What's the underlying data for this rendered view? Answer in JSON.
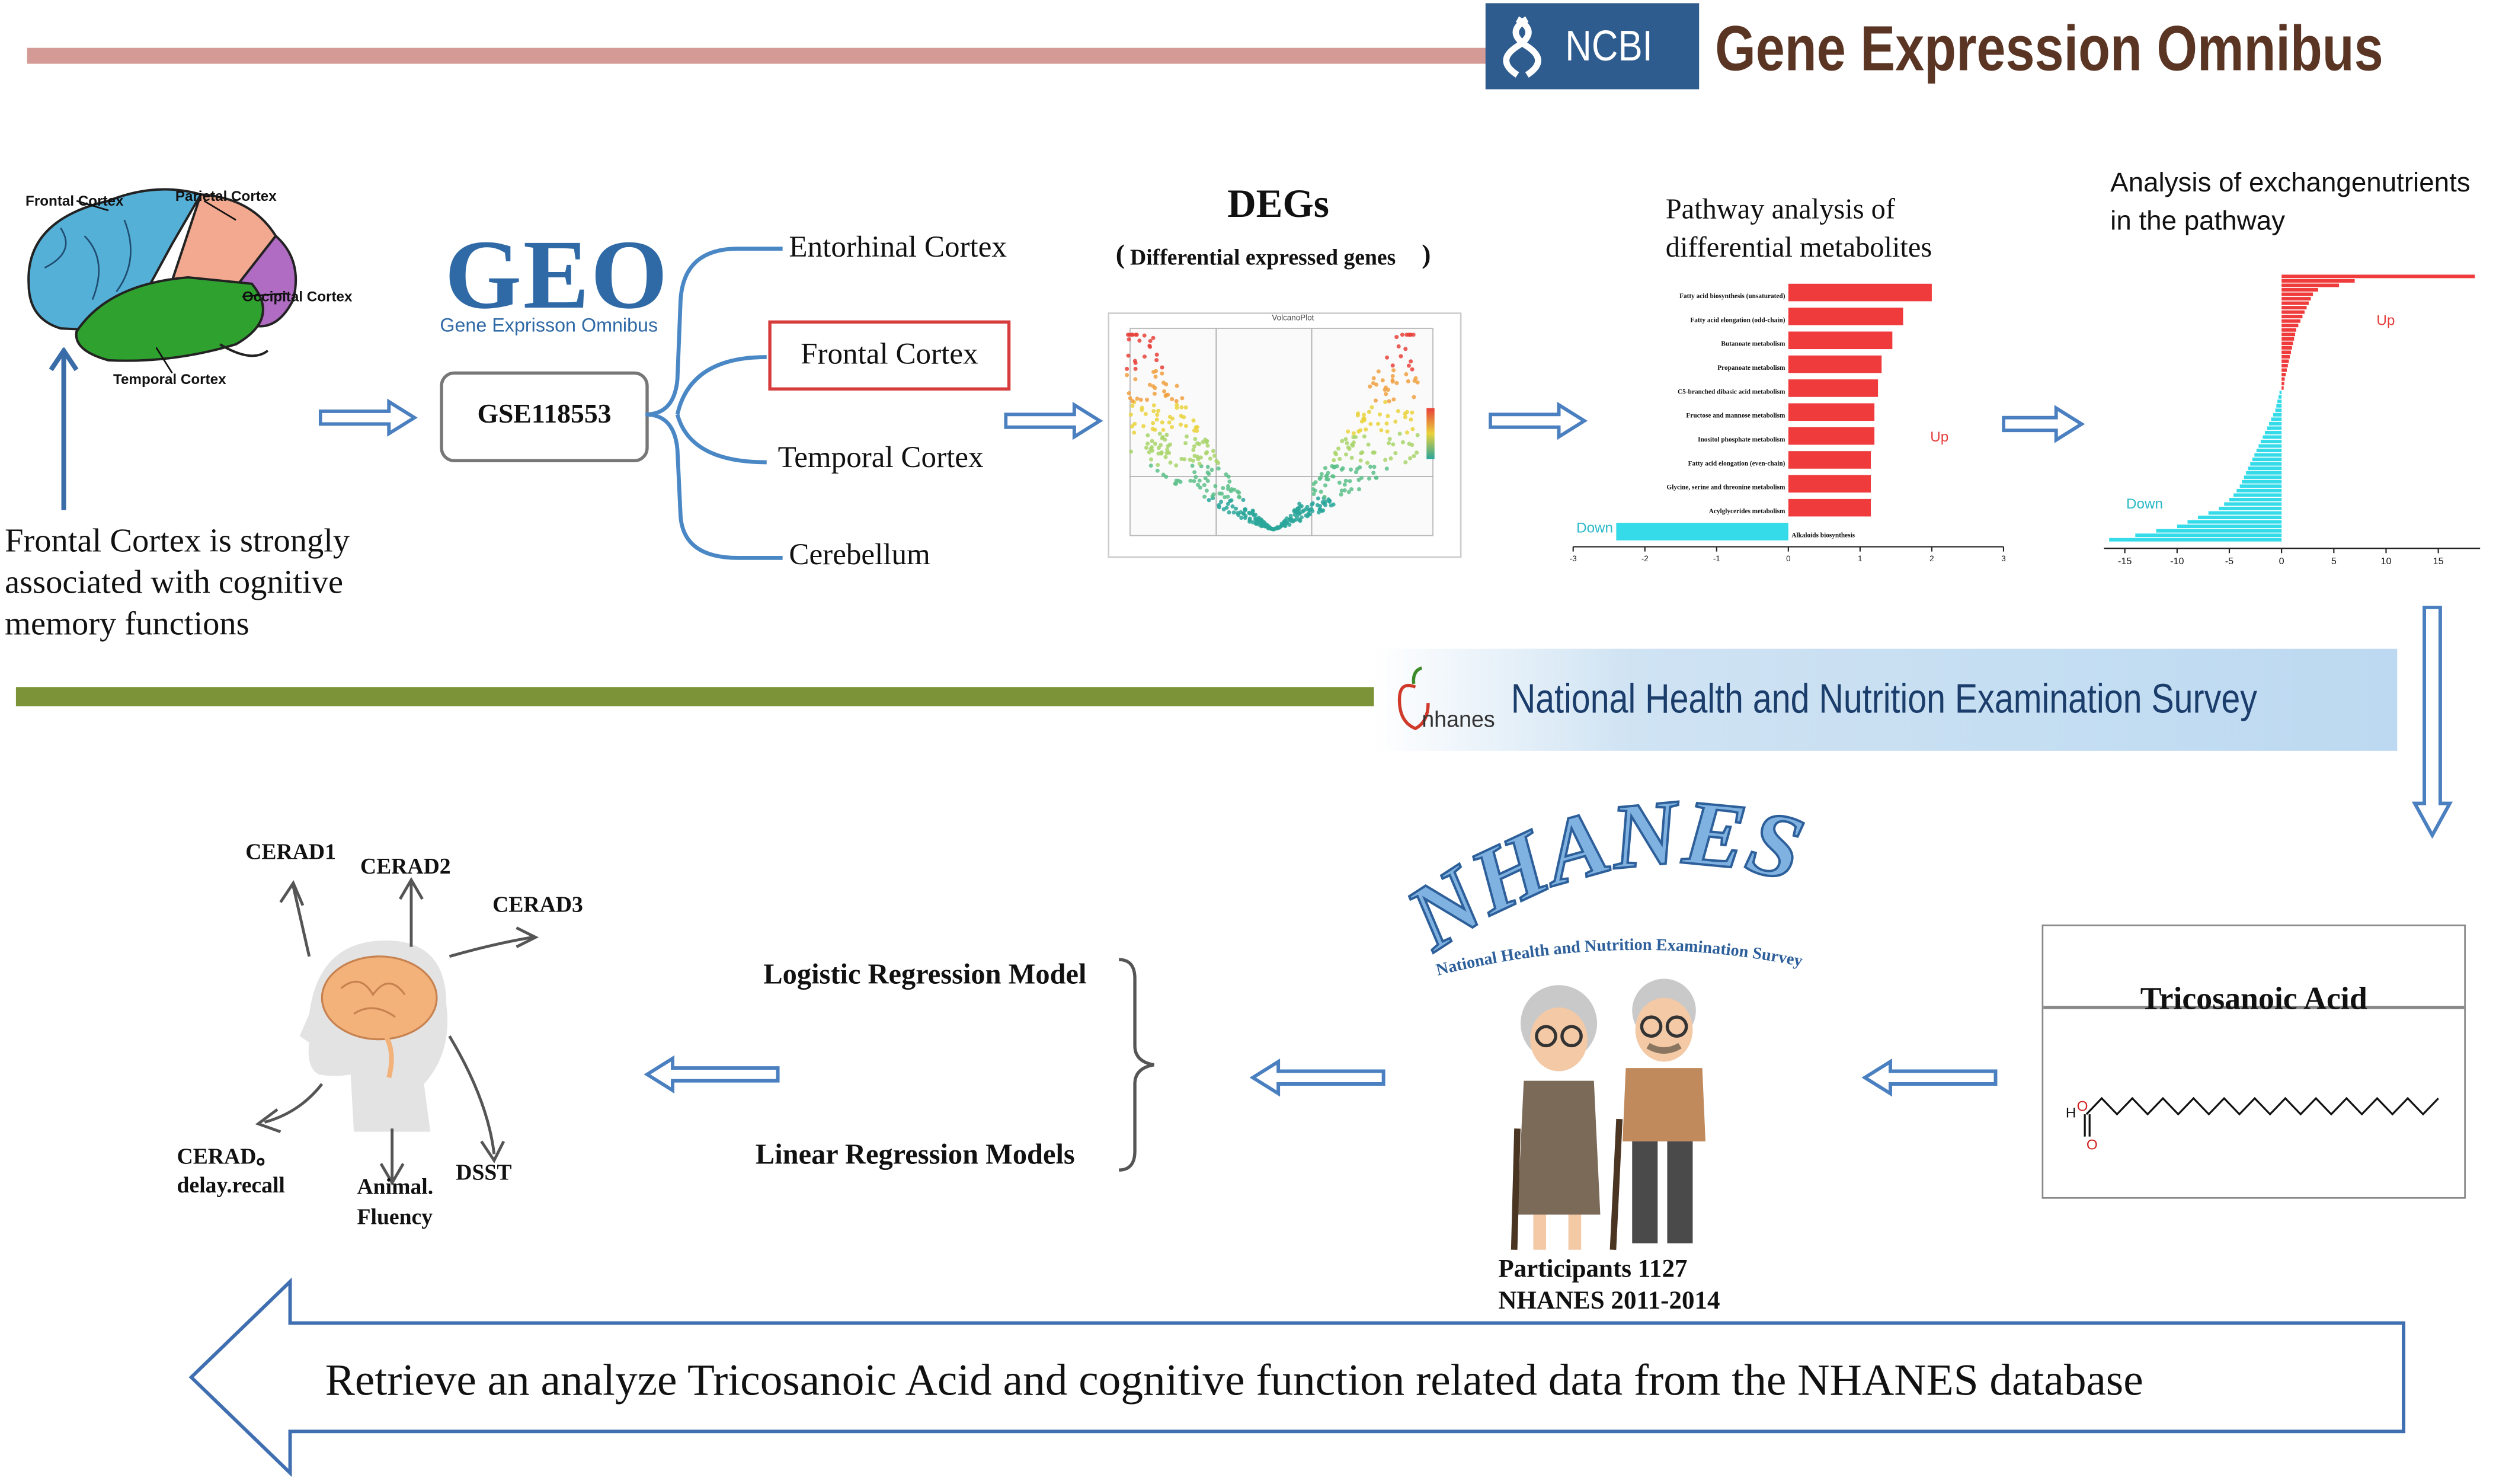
{
  "header": {
    "ncbi": "NCBI",
    "title": "Gene Expression Omnibus"
  },
  "brain": {
    "frontal": "Frontal Cortex",
    "parietal": "Parietal Cortex",
    "occipital": "Occipital Cortex",
    "temporal": "Temporal Cortex",
    "caption": [
      "Frontal Cortex is strongly",
      "associated with cognitive",
      "memory functions"
    ]
  },
  "geo": {
    "logo": "GEO",
    "subtitle": "Gene Exprisson Omnibus",
    "dataset": "GSE118553"
  },
  "regions": [
    "Entorhinal Cortex",
    "Frontal Cortex",
    "Temporal Cortex",
    "Cerebellum"
  ],
  "degs": {
    "title": "DEGs",
    "subtitle": "Differential expressed genes",
    "plot_title": "VolcanoPlot"
  },
  "pathway": {
    "title": [
      "Pathway analysis of",
      "differential metabolites"
    ],
    "up": "Up",
    "down": "Down"
  },
  "exchange": {
    "title": [
      "Analysis of exchangenutrients",
      "in the pathway"
    ],
    "up": "Up",
    "down": "Down"
  },
  "nhanes": {
    "banner_logo": "nhanes",
    "banner_title": "National Health and Nutrition Examination Survey",
    "logo": "NHANES",
    "logo_sub": "National Health and Nutrition Examination Survey",
    "participants": [
      "Participants 1127",
      "NHANES 2011-2014"
    ]
  },
  "tricosanoic": {
    "name": "Tricosanoic Acid",
    "h": "H",
    "o": "O"
  },
  "models": [
    "Logistic Regression Model",
    "Linear Regression Models"
  ],
  "cognitive": {
    "cerad1": "CERAD1",
    "cerad2": "CERAD2",
    "cerad3": "CERAD3",
    "delay1": "CERAD。",
    "delay2": "delay.recall",
    "animal1": "Animal.",
    "animal2": "Fluency",
    "dsst": "DSST"
  },
  "footer": "Retrieve an analyze Tricosanoic Acid and cognitive function related data from the  NHANES database",
  "chart_data": [
    {
      "type": "bar",
      "categories": [
        "Fatty acid biosynthesis (unsaturated)",
        "Fatty acid elongation (odd-chain)",
        "Butanoate metabolism",
        "Propanoate metabolism",
        "C5-branched dibasic acid metabolism",
        "Fructose and mannose metabolism",
        "Inositol phosphate metabolism",
        "Fatty acid elongation (even-chain)",
        "Glycine, serine and threonine metabolism",
        "Acylglycerides metabolism",
        "Alkaloids biosynthesis"
      ],
      "values": [
        2.0,
        1.6,
        1.45,
        1.3,
        1.25,
        1.2,
        1.2,
        1.15,
        1.15,
        1.15,
        -2.4
      ],
      "xlim": [
        -3,
        3
      ],
      "ticks": [
        "-3",
        "-2",
        "-1",
        "0",
        "1",
        "2",
        "3"
      ]
    },
    {
      "type": "bar",
      "values": [
        18.5,
        7,
        5.5,
        3.5,
        3,
        2.8,
        2.6,
        2.4,
        2.2,
        2,
        1.8,
        1.6,
        1.4,
        1.3,
        1.2,
        1.1,
        1,
        0.9,
        0.8,
        0.7,
        0.6,
        0.5,
        0.4,
        0.3,
        0.25,
        0.2,
        -0.2,
        -0.3,
        -0.4,
        -0.5,
        -0.6,
        -0.8,
        -1,
        -1.2,
        -1.4,
        -1.6,
        -1.8,
        -2,
        -2.2,
        -2.4,
        -2.6,
        -2.8,
        -3,
        -3.2,
        -3.4,
        -3.6,
        -3.8,
        -4,
        -4.3,
        -4.6,
        -5,
        -5.5,
        -6,
        -7,
        -8,
        -9,
        -10,
        -12,
        -14,
        -16.5
      ],
      "xlim": [
        -17,
        19
      ],
      "ticks": [
        "-15",
        "-10",
        "-5",
        "0",
        "5",
        "10",
        "15"
      ]
    }
  ]
}
